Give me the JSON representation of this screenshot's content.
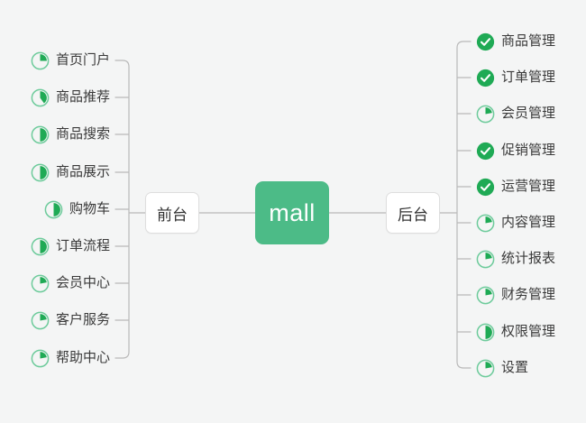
{
  "diagram": {
    "title": "mall",
    "background_color": "#f4f5f5",
    "accent_color": "#4cbb87",
    "ring_color": "#6dcb9b",
    "solid_color": "#1faa55",
    "line_color": "#b9b9b9",
    "root": {
      "label": "mall"
    },
    "branches": [
      {
        "id": "frontend",
        "label": "前台",
        "side": "left"
      },
      {
        "id": "backend",
        "label": "后台",
        "side": "right"
      }
    ],
    "frontend_items": [
      {
        "label": "首页门户",
        "icon": "pie-progress-icon",
        "progress": 25,
        "state": "partial"
      },
      {
        "label": "商品推荐",
        "icon": "pie-progress-icon",
        "progress": 40,
        "state": "partial"
      },
      {
        "label": "商品搜索",
        "icon": "pie-progress-icon",
        "progress": 50,
        "state": "partial"
      },
      {
        "label": "商品展示",
        "icon": "pie-progress-icon",
        "progress": 50,
        "state": "partial"
      },
      {
        "label": "购物车",
        "icon": "pie-progress-icon",
        "progress": 50,
        "state": "partial"
      },
      {
        "label": "订单流程",
        "icon": "pie-progress-icon",
        "progress": 50,
        "state": "partial"
      },
      {
        "label": "会员中心",
        "icon": "pie-progress-icon",
        "progress": 22,
        "state": "partial"
      },
      {
        "label": "客户服务",
        "icon": "pie-progress-icon",
        "progress": 22,
        "state": "partial"
      },
      {
        "label": "帮助中心",
        "icon": "pie-progress-icon",
        "progress": 22,
        "state": "partial"
      }
    ],
    "backend_items": [
      {
        "label": "商品管理",
        "icon": "check-circle-icon",
        "progress": 100,
        "state": "done"
      },
      {
        "label": "订单管理",
        "icon": "check-circle-icon",
        "progress": 100,
        "state": "done"
      },
      {
        "label": "会员管理",
        "icon": "pie-progress-icon",
        "progress": 22,
        "state": "partial"
      },
      {
        "label": "促销管理",
        "icon": "check-circle-icon",
        "progress": 100,
        "state": "done"
      },
      {
        "label": "运营管理",
        "icon": "check-circle-icon",
        "progress": 100,
        "state": "done"
      },
      {
        "label": "内容管理",
        "icon": "pie-progress-icon",
        "progress": 22,
        "state": "partial"
      },
      {
        "label": "统计报表",
        "icon": "pie-progress-icon",
        "progress": 22,
        "state": "partial"
      },
      {
        "label": "财务管理",
        "icon": "pie-progress-icon",
        "progress": 22,
        "state": "partial"
      },
      {
        "label": "权限管理",
        "icon": "pie-progress-icon",
        "progress": 50,
        "state": "partial"
      },
      {
        "label": "设置",
        "icon": "pie-progress-icon",
        "progress": 22,
        "state": "partial"
      }
    ]
  }
}
